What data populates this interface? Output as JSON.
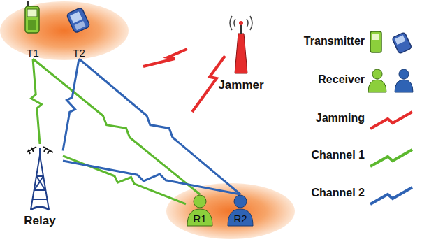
{
  "diagram": {
    "nodes": [
      {
        "text": [
          "T1"
        ]
      },
      {
        "text": [
          "T2"
        ]
      },
      {
        "text": [
          "Jammer"
        ]
      },
      {
        "text": [
          "Relay"
        ]
      },
      {
        "text": [
          "R1"
        ]
      },
      {
        "text": [
          "R2"
        ]
      }
    ],
    "edges": [
      {
        "from": 0,
        "to": 3,
        "arrow": "none"
      },
      {
        "from": 0,
        "to": 4,
        "arrow": "none"
      },
      {
        "from": 1,
        "to": 3,
        "arrow": "none"
      },
      {
        "from": 1,
        "to": 5,
        "arrow": "none"
      },
      {
        "from": 3,
        "to": 4,
        "arrow": "none"
      },
      {
        "from": 3,
        "to": 5,
        "arrow": "none"
      }
    ],
    "legend": [
      {
        "text": "Transmitter"
      },
      {
        "text": "Receiver"
      },
      {
        "text": "Jamming"
      },
      {
        "text": "Channel 1"
      },
      {
        "text": "Channel 2"
      }
    ]
  }
}
